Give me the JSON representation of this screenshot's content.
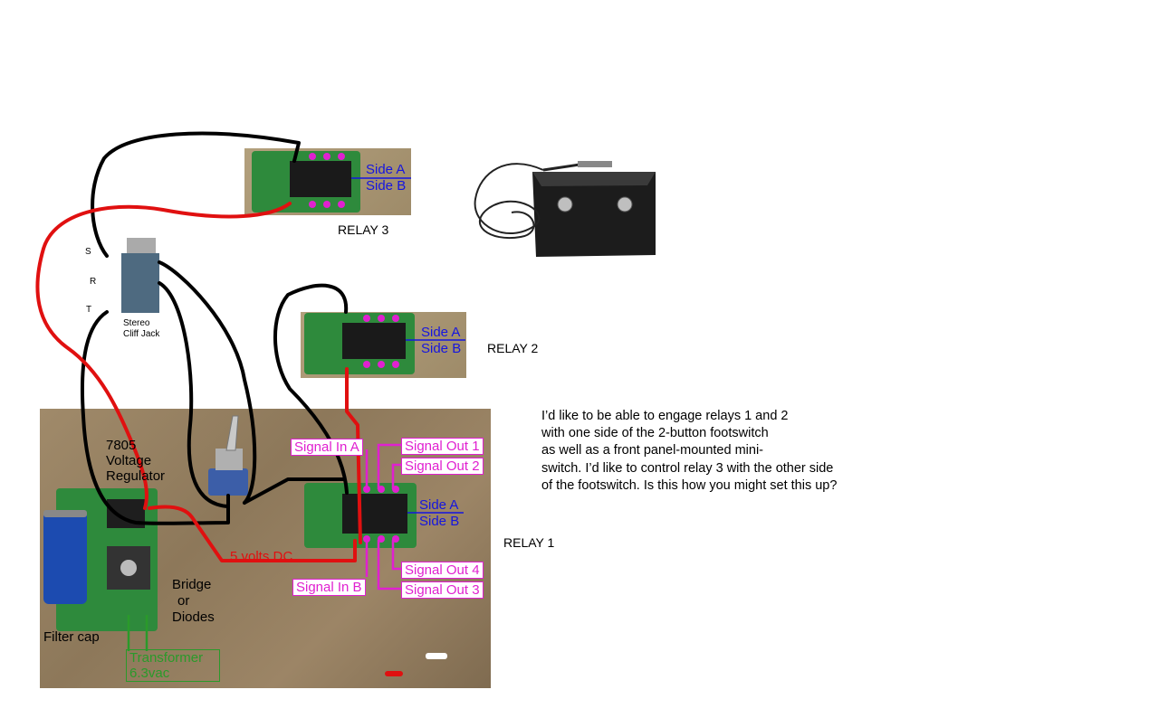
{
  "relays": {
    "relay3": {
      "label": "RELAY 3"
    },
    "relay2": {
      "label": "RELAY 2"
    },
    "relay1": {
      "label": "RELAY 1"
    }
  },
  "relay_sides": {
    "a": "Side A",
    "b": "Side B"
  },
  "jack": {
    "s": "S",
    "r": "R",
    "t": "T",
    "caption_line1": "Stereo",
    "caption_line2": "Cliff Jack"
  },
  "regulator": {
    "line1": "7805",
    "line2": "Voltage",
    "line3": "Regulator"
  },
  "bridge": {
    "line1": "Bridge",
    "line2": "or",
    "line3": "Diodes"
  },
  "filter_cap": "Filter cap",
  "transformer": {
    "line1": "Transformer",
    "line2": "6.3vac"
  },
  "supply_label": "5 volts DC",
  "signals": {
    "in_a": "Signal In A",
    "in_b": "Signal In B",
    "out1": "Signal Out 1",
    "out2": "Signal Out 2",
    "out3": "Signal Out 3",
    "out4": "Signal Out 4"
  },
  "question": {
    "line1": "I’d like to be able to engage relays 1 and 2",
    "line2": "with one side of the 2-button footswitch",
    "line3": "as well as a front panel-mounted mini-",
    "line4": "switch. I’d like to control relay 3 with the other side",
    "line5": "of the footswitch. Is this how you might set this up?"
  },
  "colors": {
    "wire_red": "#e01010",
    "wire_black": "#000000",
    "signal_magenta": "#e020d0",
    "side_blue": "#1515e0",
    "transformer_green": "#2a9a2a"
  }
}
